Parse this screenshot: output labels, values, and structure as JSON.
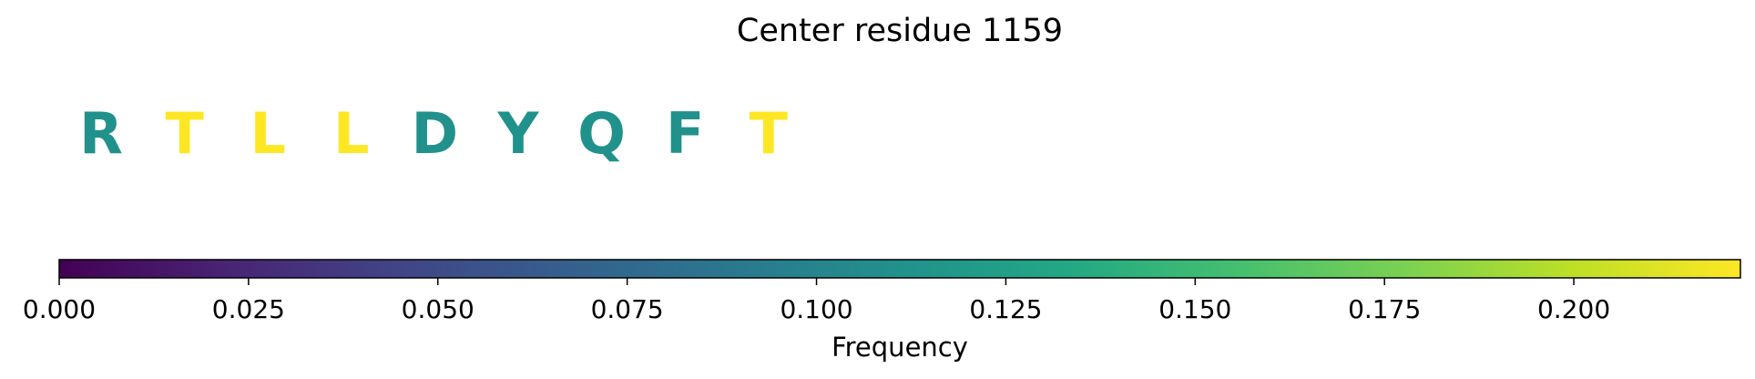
{
  "chart_data": {
    "type": "heatmap",
    "title": "Center residue 1159",
    "residues": [
      {
        "letter": "R",
        "value": 0.111
      },
      {
        "letter": "T",
        "value": 0.222
      },
      {
        "letter": "L",
        "value": 0.222
      },
      {
        "letter": "L",
        "value": 0.222
      },
      {
        "letter": "D",
        "value": 0.111
      },
      {
        "letter": "Y",
        "value": 0.111
      },
      {
        "letter": "Q",
        "value": 0.111
      },
      {
        "letter": "F",
        "value": 0.111
      },
      {
        "letter": "T",
        "value": 0.222
      }
    ],
    "colorbar": {
      "label": "Frequency",
      "range": [
        0,
        0.222
      ],
      "colormap": "viridis",
      "ticks": [
        0,
        0.025,
        0.05,
        0.075,
        0.1,
        0.125,
        0.15,
        0.175,
        0.2
      ],
      "tick_labels": [
        "0.000",
        "0.025",
        "0.050",
        "0.075",
        "0.100",
        "0.125",
        "0.150",
        "0.175",
        "0.200"
      ],
      "orientation": "horizontal"
    }
  }
}
